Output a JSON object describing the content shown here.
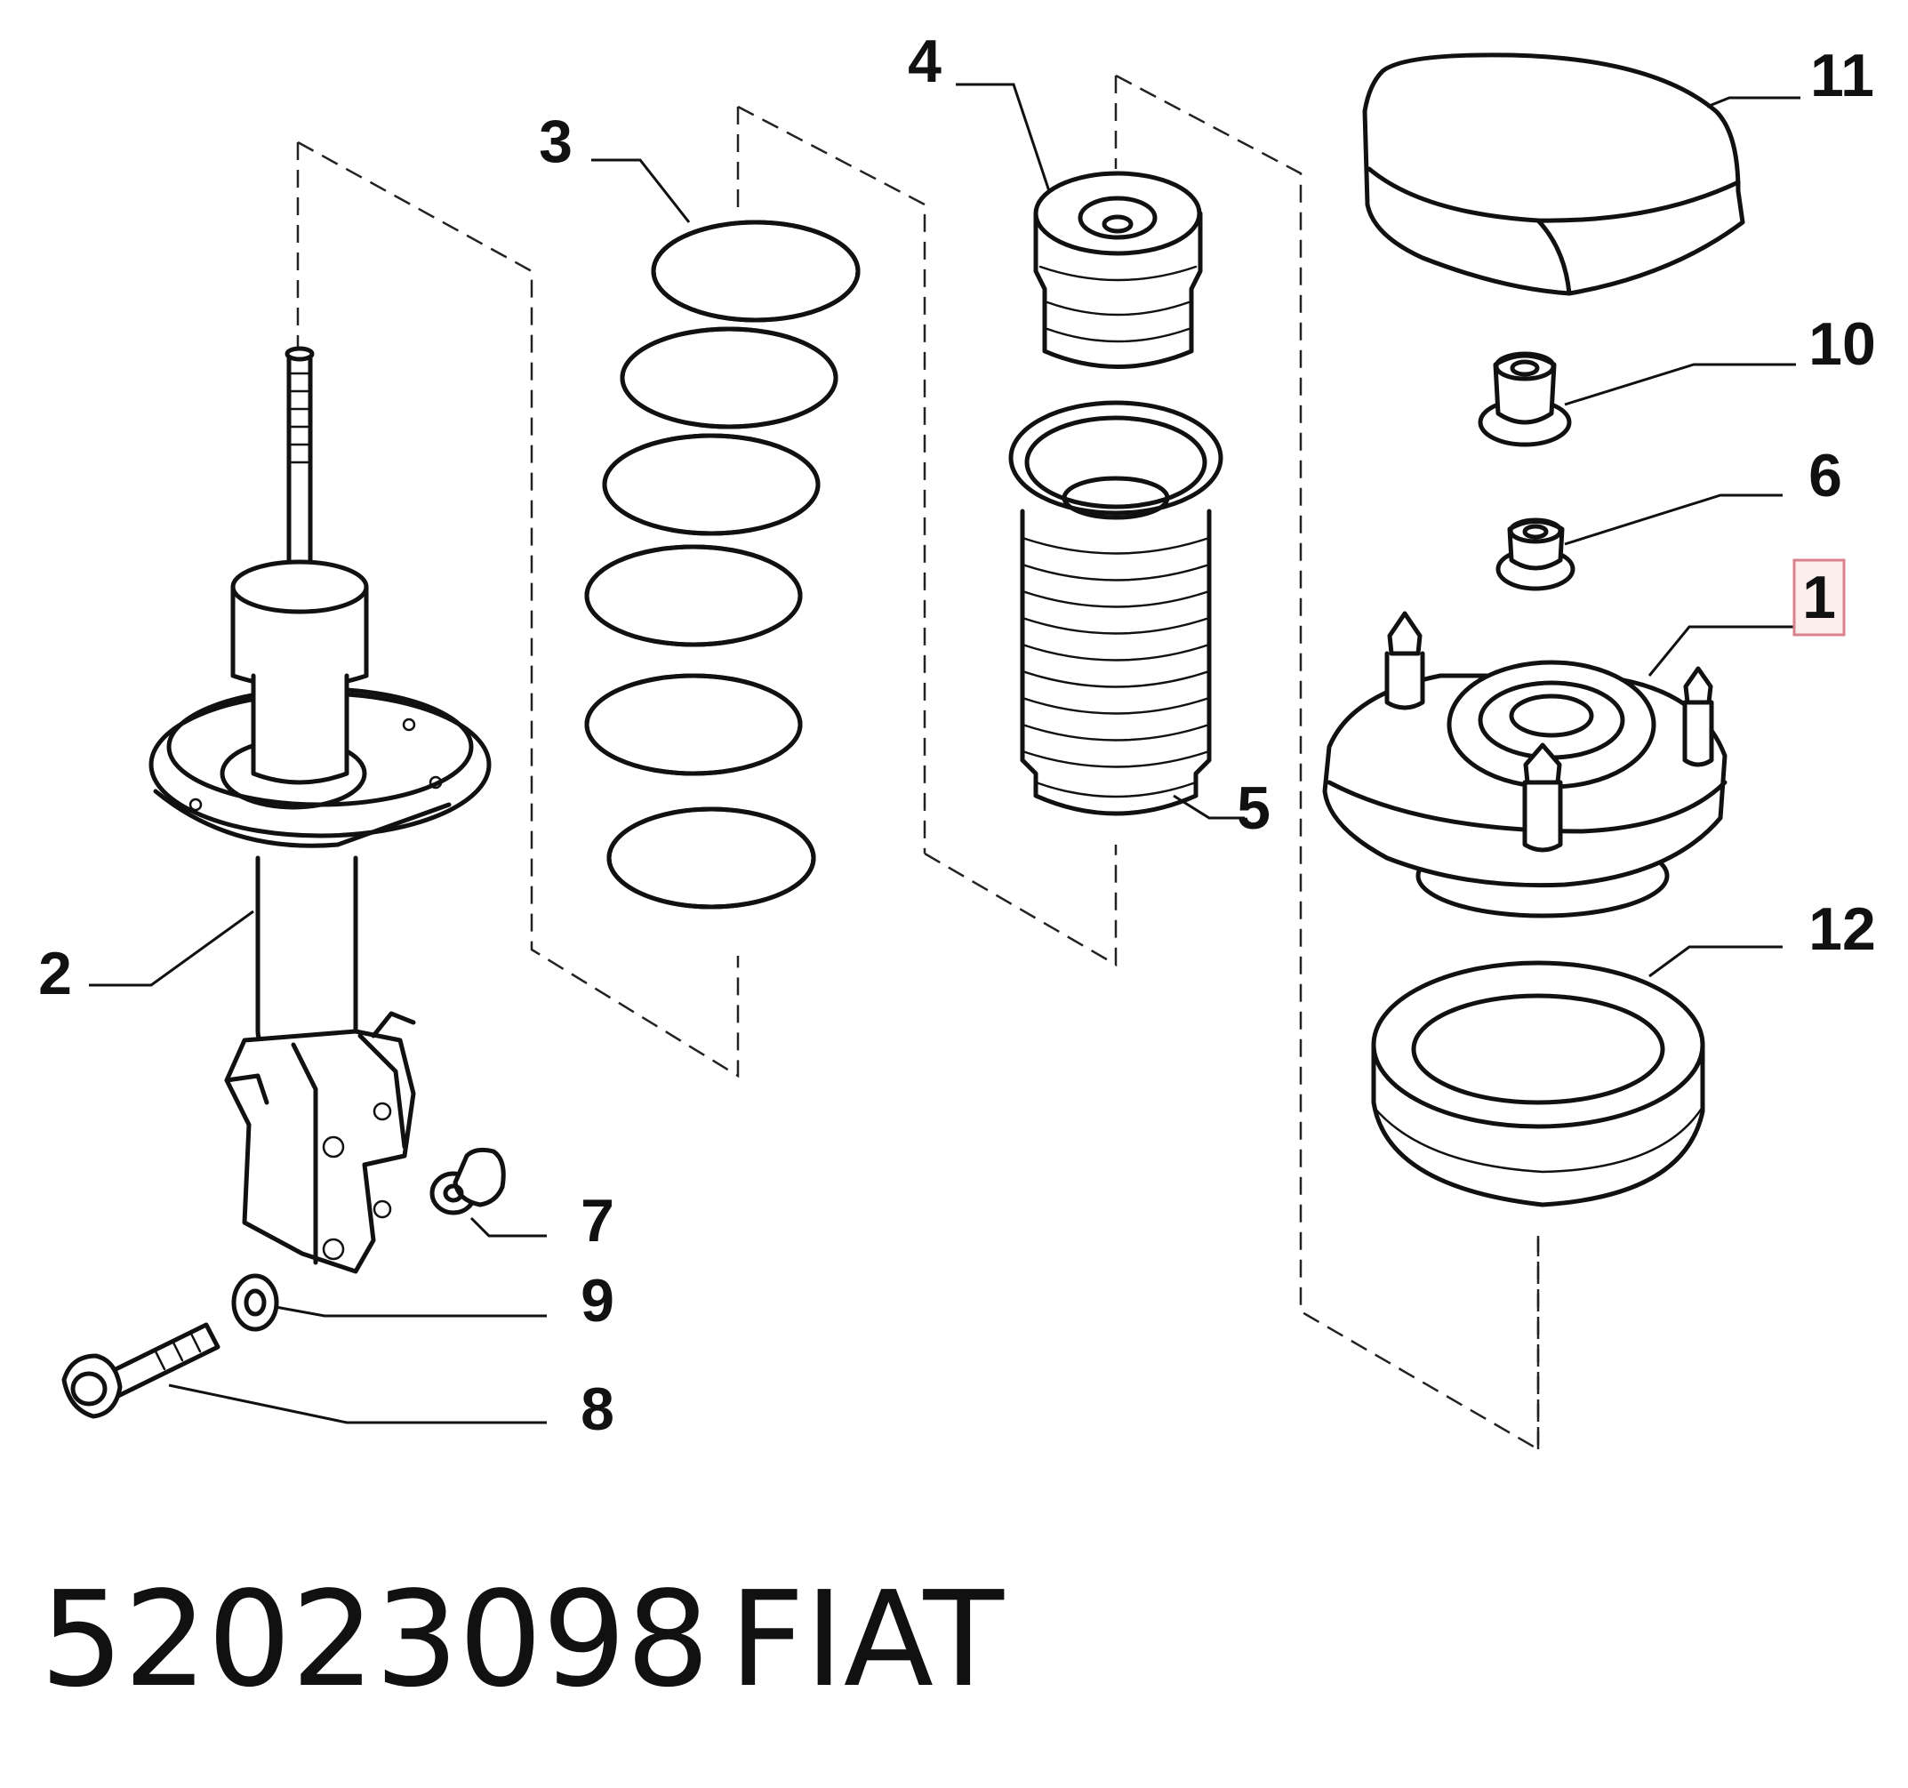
{
  "diagram": {
    "callouts": [
      {
        "id": "1",
        "text": "1",
        "highlighted": true
      },
      {
        "id": "2",
        "text": "2"
      },
      {
        "id": "3",
        "text": "3"
      },
      {
        "id": "4",
        "text": "4"
      },
      {
        "id": "5",
        "text": "5"
      },
      {
        "id": "6",
        "text": "6"
      },
      {
        "id": "7",
        "text": "7"
      },
      {
        "id": "8",
        "text": "8"
      },
      {
        "id": "9",
        "text": "9"
      },
      {
        "id": "10",
        "text": "10"
      },
      {
        "id": "11",
        "text": "11"
      },
      {
        "id": "12",
        "text": "12"
      }
    ],
    "highlight_color": "#d9828a"
  },
  "caption": {
    "part_number": "52023098",
    "brand": "FIAT"
  }
}
